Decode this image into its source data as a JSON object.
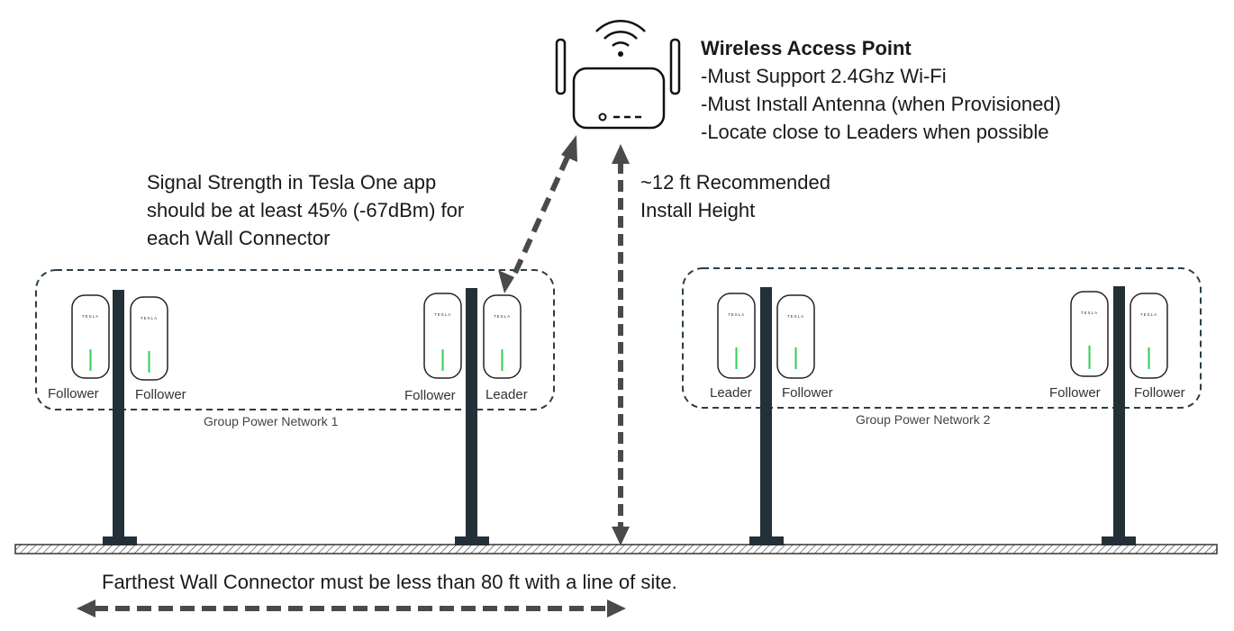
{
  "access_point": {
    "title": "Wireless Access Point",
    "requirements": [
      "-Must Support 2.4Ghz Wi-Fi",
      "-Must Install Antenna (when Provisioned)",
      "-Locate close to Leaders when possible"
    ]
  },
  "signal_note": {
    "lines": [
      "Signal Strength in Tesla One app",
      "should be at least 45% (-67dBm) for",
      "each Wall Connector"
    ]
  },
  "height_note": {
    "lines": [
      "~12 ft Recommended",
      "Install Height"
    ]
  },
  "networks": [
    {
      "name": "Group Power Network 1",
      "chargers": [
        {
          "role": "Follower"
        },
        {
          "role": "Follower"
        },
        {
          "role": "Follower"
        },
        {
          "role": "Leader"
        }
      ]
    },
    {
      "name": "Group Power Network 2",
      "chargers": [
        {
          "role": "Leader"
        },
        {
          "role": "Follower"
        },
        {
          "role": "Follower"
        },
        {
          "role": "Follower"
        }
      ]
    }
  ],
  "charger_brand": "TESLA",
  "distance_note": "Farthest Wall Connector must be less than 80 ft with a line of site.",
  "colors": {
    "post": "#243038",
    "outline": "#222222",
    "led": "#33cc55",
    "arrow": "#4a4a4a",
    "group_border": "#2a3e4a"
  },
  "icons": [
    "wifi-router-icon",
    "wall-connector-icon",
    "mounting-post-icon"
  ]
}
